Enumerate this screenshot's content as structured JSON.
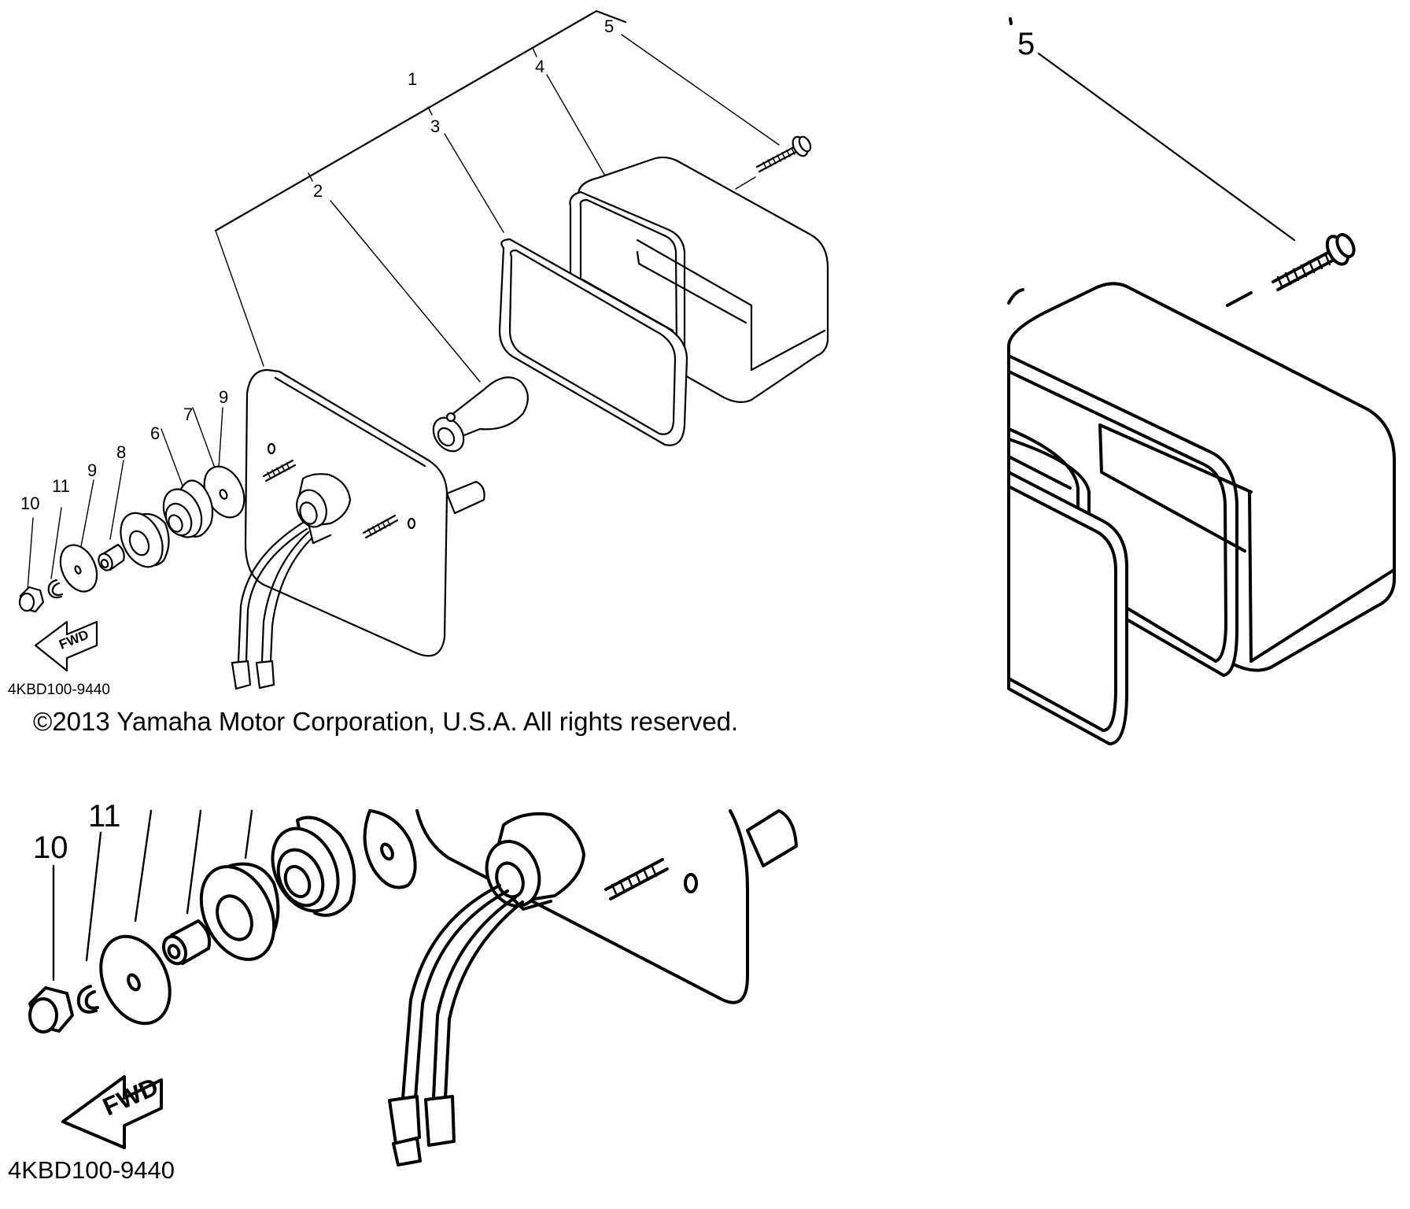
{
  "callouts": {
    "c1": "1",
    "c2": "2",
    "c3": "3",
    "c4": "4",
    "c5": "5",
    "c6": "6",
    "c7": "7",
    "c8": "8",
    "c9a": "9",
    "c9b": "9",
    "c10": "10",
    "c11": "11"
  },
  "fwd_label": "FWD",
  "diagram_code": "4KBD100-9440",
  "copyright": "©2013 Yamaha Motor Corporation, U.S.A. All rights reserved.",
  "zoom_top_right": {
    "callout": "5"
  },
  "zoom_bottom": {
    "callout_10": "10",
    "callout_11": "11",
    "fwd_label": "FWD",
    "diagram_code": "4KBD100-9440"
  }
}
